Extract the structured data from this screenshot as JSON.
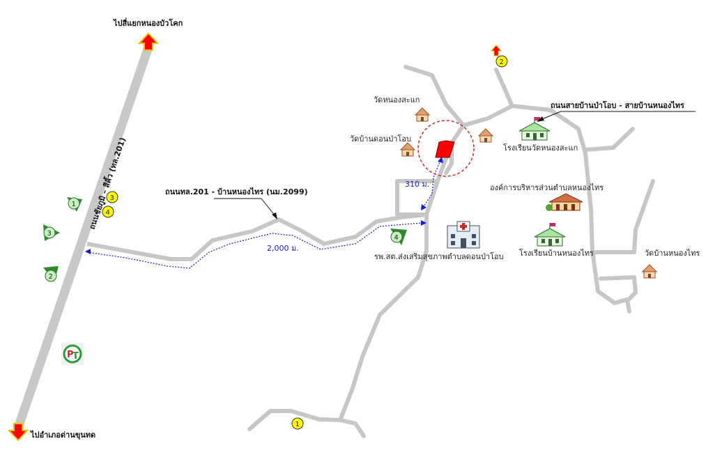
{
  "labels": {
    "to_north": "ไปสี่แยกหนองบัวโคก",
    "to_south": "ไปอำเภอด่านขุนทด",
    "highway": "ถนนชัยภูมิ – สีคิ้ว (ทล.201)",
    "branch_road": "ถนนทล.201 - บ้านหนองไทร (นม.2099)",
    "village_road": "ถนนสายบ้านป่าโอบ - สายบ้านหนองไทร",
    "temple_nong_sa_kae": "วัดหนองสะแก",
    "temple_don_pa_op": "วัดบ้านดอนป่าโอบ",
    "school_wat_nong_sa_kae": "โรงเรียนวัดหนองสะแก",
    "sao_nong_sai": "องค์การบริหารส่วนตำบลหนองไทร",
    "school_ban_nong_sai": "โรงเรียนบ้านหนองไทร",
    "temple_nong_sai": "วัดบ้านหนองไทร",
    "health_center": "รพ.สต.ส่งเสริมสุขภาพตำบลดอนป่าโอบ",
    "dist_2000": "2,000 ม.",
    "dist_310": "310 ม."
  },
  "markers": {
    "m1": "1",
    "m2": "2",
    "m3": "3",
    "m4": "4"
  },
  "colors": {
    "road": "#c6c6c6",
    "highway": "#c8c8c8",
    "arrow": "#ff0000",
    "route": "#1a1ad0",
    "target_circle": "#e02020",
    "yellow_marker": "#ffff00",
    "green_marker": "#2e8b2e"
  },
  "icons": [
    "north-arrow-icon",
    "south-arrow-icon",
    "temple-icon",
    "school-icon",
    "hospital-icon",
    "government-office-icon",
    "pt-logo-icon",
    "target-building-icon"
  ]
}
